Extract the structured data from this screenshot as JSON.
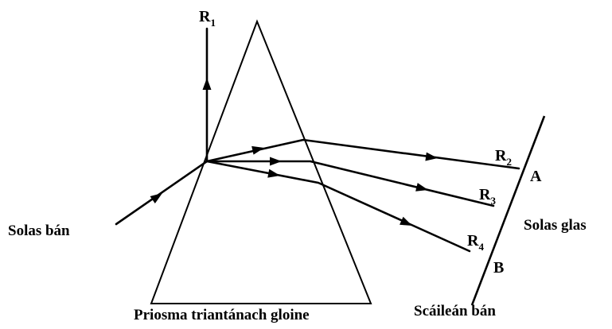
{
  "labels": {
    "r1": {
      "letter": "R",
      "index": "1"
    },
    "r2": {
      "letter": "R",
      "index": "2"
    },
    "r3": {
      "letter": "R",
      "index": "3"
    },
    "r4": {
      "letter": "R",
      "index": "4"
    },
    "point_a": "A",
    "point_b": "B",
    "incident": "Solas bán",
    "emergent": "Solas glas",
    "prism": "Priosma triantánach gloine",
    "screen": "Scáileán bán"
  }
}
